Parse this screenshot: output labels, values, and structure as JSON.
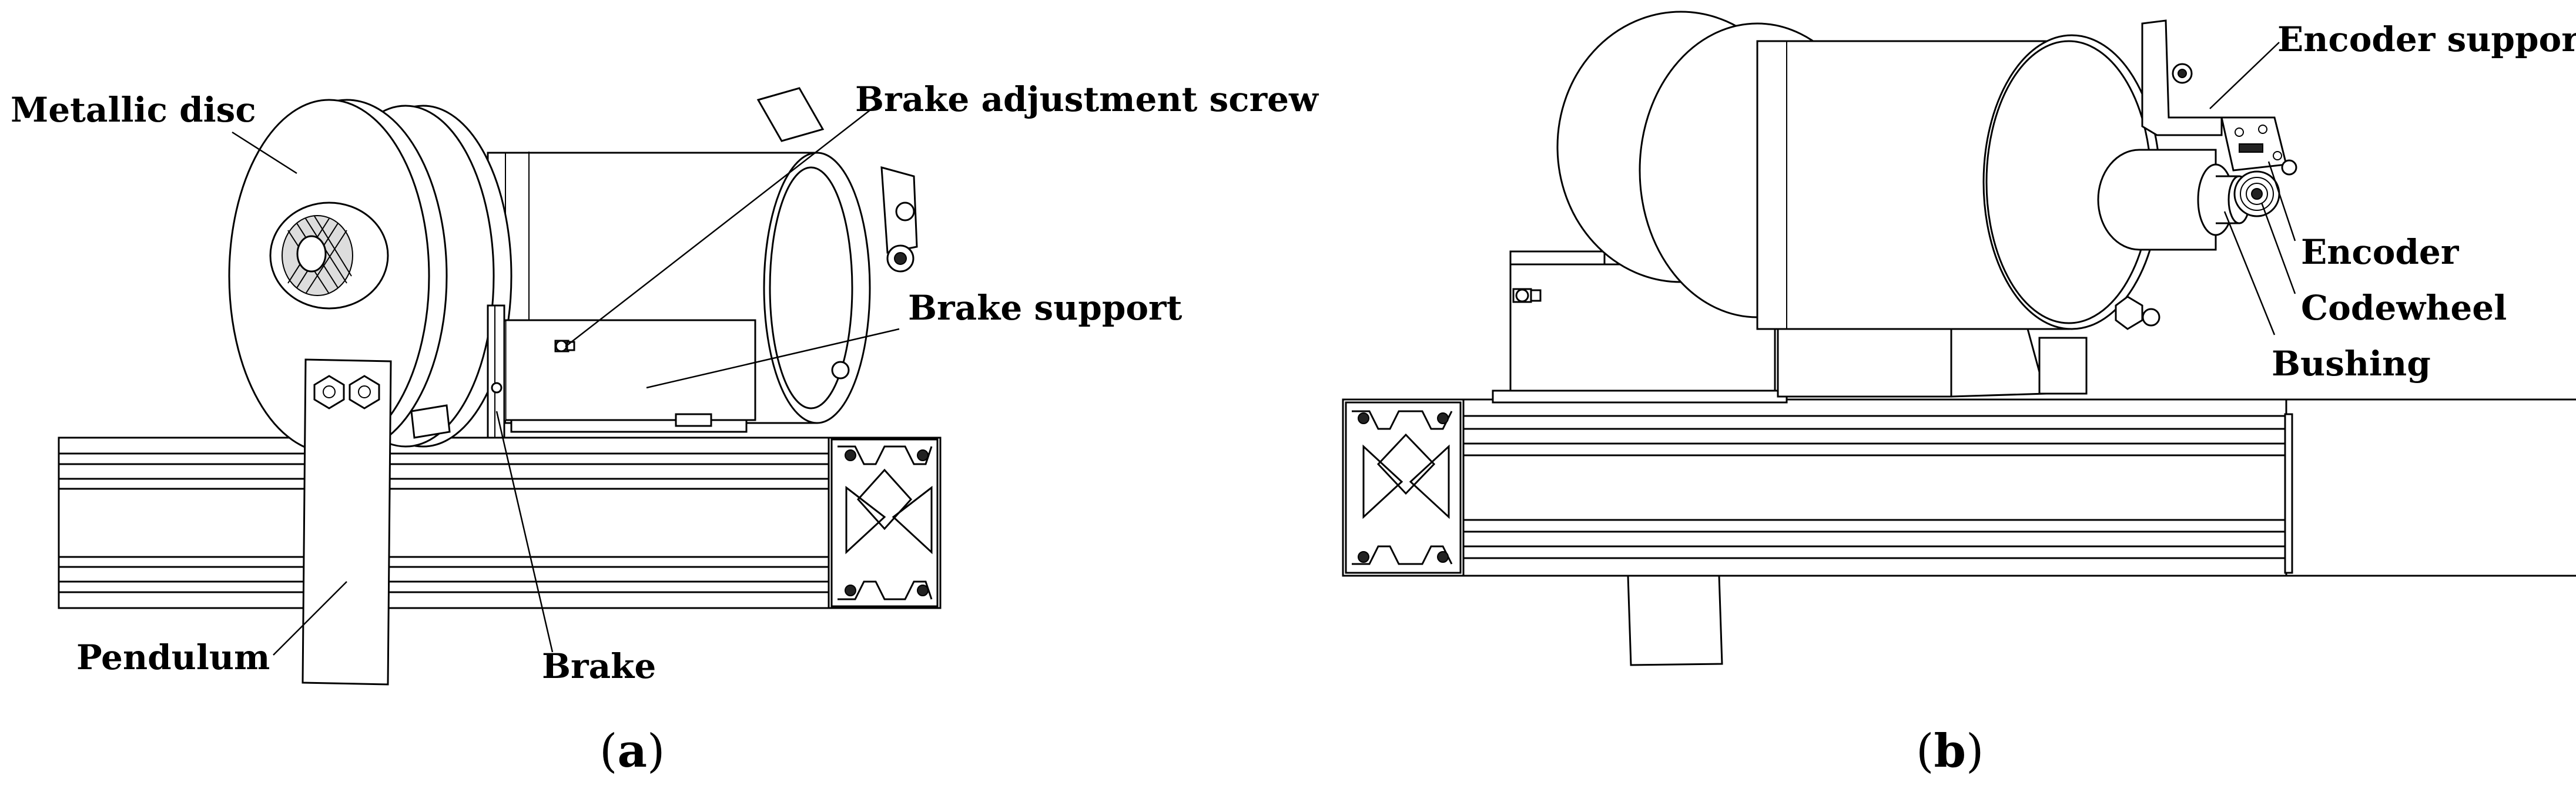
{
  "panel_a": {
    "caption_letter": "a",
    "labels": {
      "metallic_disc": "Metallic disc",
      "brake_adjustment_screw": "Brake adjustment screw",
      "brake_support": "Brake support",
      "pendulum": "Pendulum",
      "brake": "Brake"
    }
  },
  "panel_b": {
    "caption_letter": "b",
    "labels": {
      "encoder_support": "Encoder support",
      "encoder": "Encoder",
      "codewheel": "Codewheel",
      "bushing": "Bushing"
    }
  }
}
